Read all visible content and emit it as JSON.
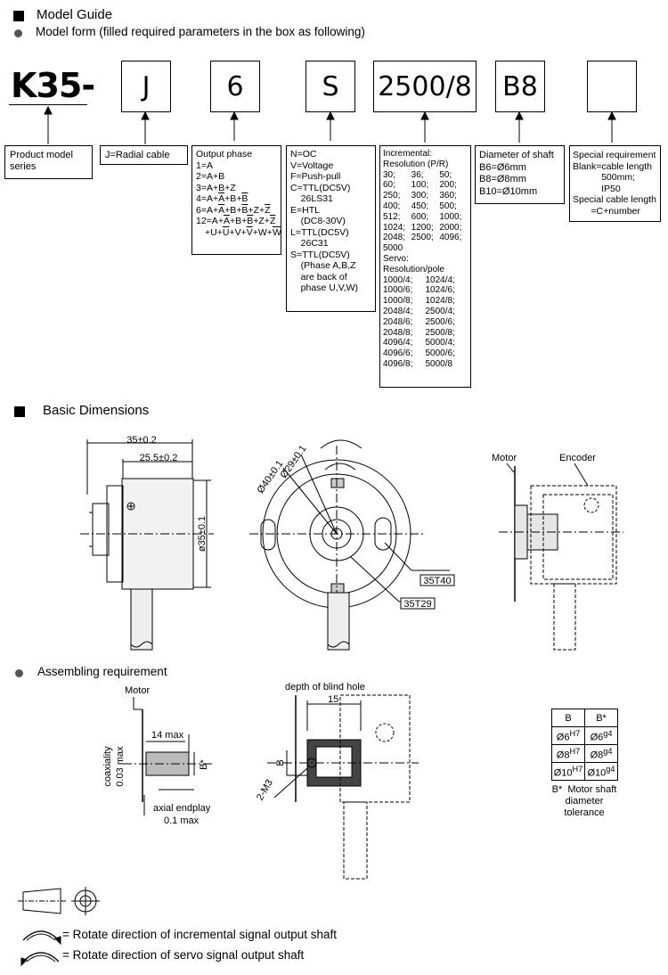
{
  "model_guide": {
    "title": "Model Guide",
    "subtitle": "Model form (filled required parameters in the box as following)",
    "prefix": "K35-",
    "boxes": [
      "J",
      "6",
      "S",
      "2500/8",
      "B8",
      ""
    ],
    "product": [
      "Product model",
      "series"
    ],
    "cable": "J=Radial cable",
    "phase": {
      "title": "Output phase",
      "items": [
        "1=A",
        "2=A+B",
        "3=A+B+Z"
      ],
      "item4": {
        "k": "4=A+",
        "a": "A",
        "m": "+B+",
        "b": "B"
      },
      "item6": {
        "k": "6=A+",
        "a": "A",
        "m1": "+B+",
        "b": "B",
        "m2": "+Z+",
        "z": "Z"
      },
      "item12": {
        "k": "12=A+",
        "a": "A",
        "m1": "+B+",
        "b": "B",
        "m2": "+Z+",
        "z": "Z"
      },
      "item12b": {
        "k": "+U+",
        "u": "U",
        "m1": "+V+",
        "v": "V",
        "m2": "+W+",
        "w": "W"
      }
    },
    "signal": [
      "N=OC",
      "V=Voltage",
      "F=Push-pull",
      "C=TTL(DC5V)",
      "    26LS31",
      "E=HTL",
      "    (DC8-30V)",
      "L=TTL(DC5V)",
      "    26C31",
      "S=TTL(DC5V)",
      "    (Phase A,B,Z",
      "    are back of",
      "    phase U,V,W)"
    ],
    "resolution": {
      "title1": "Incremental:",
      "title2": "Resolution (P/R)",
      "incremental": [
        "30;",
        "36;",
        "50;",
        "60;",
        "100;",
        "200;",
        "250;",
        "300;",
        "360;",
        "400;",
        "450;",
        "500;",
        "512;",
        "600;",
        "1000;",
        "1024;",
        "1200;",
        "2000;",
        "2048;",
        "2500;",
        "4096;"
      ],
      "last": "5000",
      "servo1": "Servo:",
      "servo2": "Resolution/pole",
      "servo": [
        "1000/4;",
        "1024/4;",
        "1000/6;",
        "1024/6;",
        "1000/8;",
        "1024/8;",
        "2048/4;",
        "2500/4;",
        "2048/6;",
        "2500/6;",
        "2048/8;",
        "2500/8;",
        "4096/4;",
        "5000/4;",
        "4096/6;",
        "5000/6;",
        "4096/8;",
        "5000/8"
      ]
    },
    "shaft": [
      "Diameter of shaft",
      "B6=Ø6mm",
      "B8=Ø8mm",
      "B10=Ø10mm"
    ],
    "special": [
      "Special requirement",
      "Blank=cable length",
      "           500mm;",
      "           IP50",
      "Special cable length",
      "       =C+number"
    ]
  },
  "basic": {
    "title": "Basic Dimensions",
    "dim_35": "35±0.2",
    "dim_255": "25.5±0.2",
    "dim_phi35": "ø35±0.1",
    "dim_phi29": "Ø29±0.1",
    "dim_phi40": "Ø40±0.1",
    "label_35t40": "35T40",
    "label_35t29": "35T29",
    "motor": "Motor",
    "encoder": "Encoder"
  },
  "assembling": {
    "title": "Assembling requirement",
    "motor": "Motor",
    "dim_14": "14 max",
    "coax1": "coaxiality",
    "coax2": "0.03 max",
    "bstar": "B*",
    "axial1": "axial endplay",
    "axial2": "0.1 max",
    "depth": "depth of blind hole",
    "dim_15": "15",
    "b": "B",
    "m3": "2-M3",
    "table": {
      "head": [
        "B",
        "B*"
      ],
      "rows": [
        [
          "Ø6",
          "H7",
          "Ø6",
          "g4"
        ],
        [
          "Ø8",
          "H7",
          "Ø8",
          "g4"
        ],
        [
          "Ø10",
          "H7",
          "Ø10",
          "g4"
        ]
      ]
    },
    "note": [
      "B*  Motor shaft",
      "diameter",
      "tolerance"
    ]
  },
  "legend": {
    "incremental": "= Rotate direction of incremental signal output shaft",
    "servo": "= Rotate direction of servo signal output shaft"
  }
}
